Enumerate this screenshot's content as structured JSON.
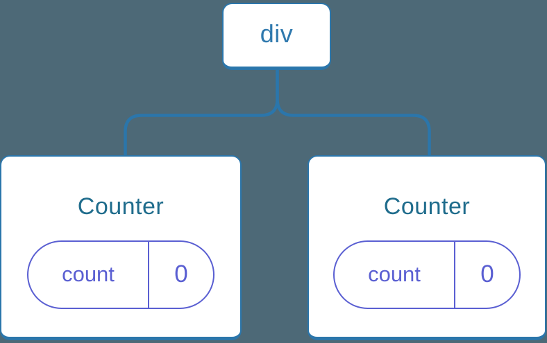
{
  "diagram": {
    "type": "component-tree",
    "root": {
      "label": "div"
    },
    "children": [
      {
        "title": "Counter",
        "state": {
          "key": "count",
          "value": "0"
        }
      },
      {
        "title": "Counter",
        "state": {
          "key": "count",
          "value": "0"
        }
      }
    ]
  },
  "colors": {
    "background": "#4D6977",
    "node_fill": "#FFFFFF",
    "node_border": "#2B76AB",
    "connector": "#2B76AB",
    "root_label_text": "#2F79AE",
    "component_title_text": "#1F6C8C",
    "state_pill": "#5A5FD2"
  }
}
